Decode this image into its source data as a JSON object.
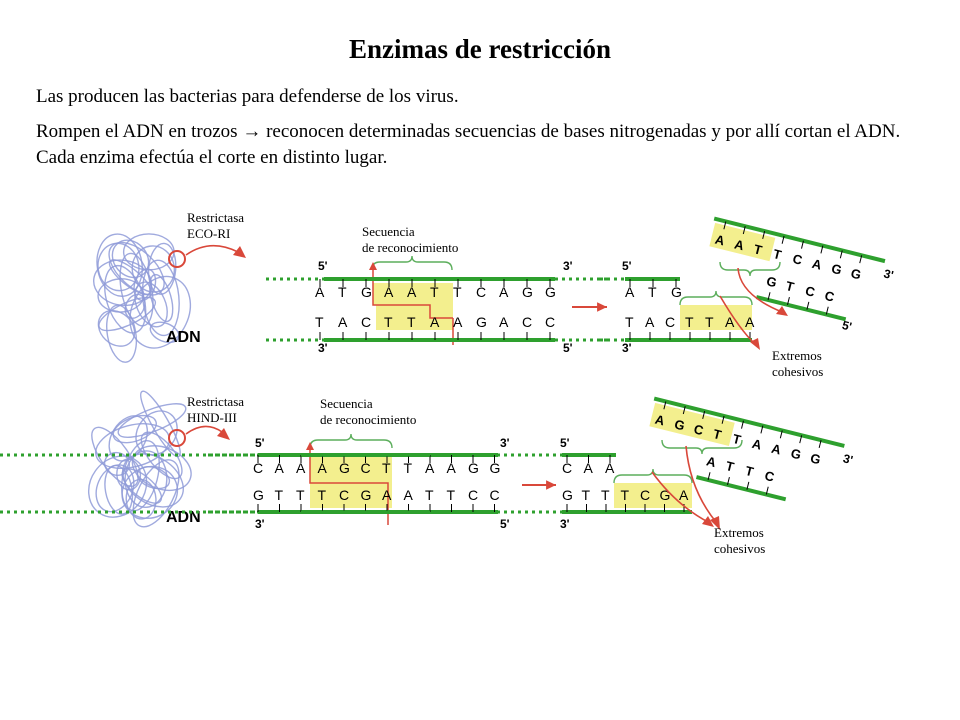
{
  "title": "Enzimas de restricción",
  "paragraphs": [
    "Las producen las bacterias para defenderse de los virus.",
    "Rompen el ADN en trozos  → reconocen determinadas secuencias de bases nitrogenadas y por allí cortan el ADN. Cada enzima efectúa el corte en distinto lugar."
  ],
  "colors": {
    "strand": "#2ea02e",
    "highlight": "#f3ef8e",
    "cut": "#d9483a",
    "dna_coil": "#8f9bd8",
    "bracket": "#5cae5c"
  },
  "panels": [
    {
      "enzyme": "Restrictasa\nECO-RI",
      "enzyme_lines": [
        "Restrictasa",
        "ECO-RI"
      ],
      "dna_label": "ADN",
      "recognition_lines": [
        "Secuencia",
        "de reconocimiento"
      ],
      "top_strand": [
        "A",
        "T",
        "G",
        "A",
        "A",
        "T",
        "T",
        "C",
        "A",
        "G",
        "G"
      ],
      "bottom_strand": [
        "T",
        "A",
        "C",
        "T",
        "T",
        "A",
        "A",
        "G",
        "A",
        "C",
        "C"
      ],
      "prime_top_left": "5'",
      "prime_top_right": "3'",
      "prime_bot_left": "3'",
      "prime_bot_right": "5'",
      "result_top": [
        "A",
        "T",
        "G"
      ],
      "result_bottom": [
        "T",
        "A",
        "C",
        "T",
        "T",
        "A",
        "A"
      ],
      "fragment_top": [
        "A",
        "A",
        "T",
        "T",
        "C",
        "A",
        "G",
        "G"
      ],
      "fragment_bottom": [
        "G",
        "T",
        "C",
        "C"
      ],
      "fragment_prime_end": "3'",
      "fragment_prime_bottom": "5'",
      "sticky_lines": [
        "Extremos",
        "cohesivos"
      ]
    },
    {
      "enzyme": "Restrictasa\nHIND-III",
      "enzyme_lines": [
        "Restrictasa",
        "HIND-III"
      ],
      "dna_label": "ADN",
      "recognition_lines": [
        "Secuencia",
        "de reconocimiento"
      ],
      "top_strand": [
        "C",
        "A",
        "A",
        "A",
        "G",
        "C",
        "T",
        "T",
        "A",
        "A",
        "G",
        "G"
      ],
      "bottom_strand": [
        "G",
        "T",
        "T",
        "T",
        "C",
        "G",
        "A",
        "A",
        "T",
        "T",
        "C",
        "C"
      ],
      "prime_top_left": "5'",
      "prime_top_right": "3'",
      "prime_bot_left": "3'",
      "prime_bot_right": "5'",
      "result_top": [
        "C",
        "A",
        "A"
      ],
      "result_bottom": [
        "G",
        "T",
        "T",
        "T",
        "C",
        "G",
        "A"
      ],
      "fragment_top": [
        "A",
        "G",
        "C",
        "T",
        "T",
        "A",
        "A",
        "G",
        "G"
      ],
      "fragment_bottom": [
        "A",
        "T",
        "T",
        "C"
      ],
      "fragment_prime_end": "3'",
      "sticky_lines": [
        "Extremos",
        "cohesivos"
      ]
    }
  ]
}
